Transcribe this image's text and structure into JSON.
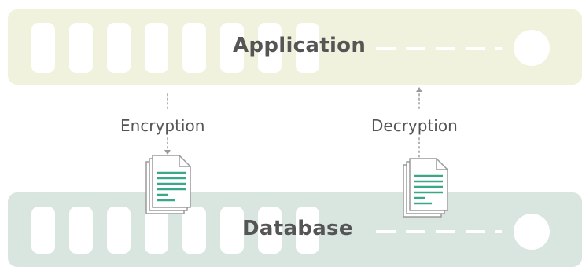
{
  "application": {
    "label": "Application"
  },
  "database": {
    "label": "Database"
  },
  "flows": {
    "encryption_label": "Encryption",
    "decryption_label": "Decryption"
  },
  "icons": {
    "server": "server-rack-icon",
    "document": "document-stack-icon"
  },
  "colors": {
    "application_bg": "#f1f2dd",
    "database_bg": "#d9e5df",
    "document_lines": "#3aa888",
    "text": "#555555"
  }
}
